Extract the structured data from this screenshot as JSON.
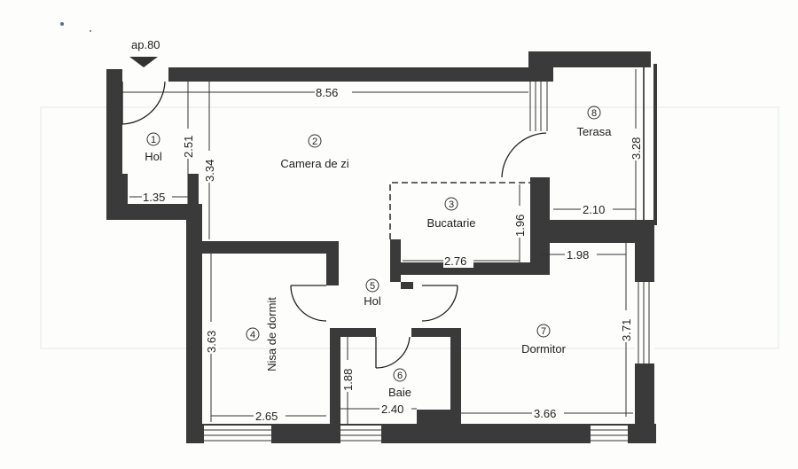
{
  "plan": {
    "apartment_label": "ap.80",
    "colors": {
      "wall": "#3a3a3a",
      "line": "#222222",
      "background": "#fdfdfc"
    }
  },
  "rooms": [
    {
      "number": "1",
      "name": "Hol"
    },
    {
      "number": "2",
      "name": "Camera de zi"
    },
    {
      "number": "3",
      "name": "Bucatarie"
    },
    {
      "number": "4",
      "name": "Nisa de dormit"
    },
    {
      "number": "5",
      "name": "Hol"
    },
    {
      "number": "6",
      "name": "Baie"
    },
    {
      "number": "7",
      "name": "Dormitor"
    },
    {
      "number": "8",
      "name": "Terasa"
    }
  ],
  "dimensions": {
    "total_width": "8.56",
    "hol_height": "2.51",
    "camera_height": "3.34",
    "hol_width": "1.35",
    "bucatarie_height": "1.96",
    "bucatarie_width": "2.76",
    "terasa_height": "3.28",
    "terasa_width": "2.10",
    "dormitor_top": "1.98",
    "dormitor_height": "3.71",
    "dormitor_width": "3.66",
    "nisa_height": "3.63",
    "nisa_width": "2.65",
    "baie_height": "1.88",
    "baie_width": "2.40"
  }
}
